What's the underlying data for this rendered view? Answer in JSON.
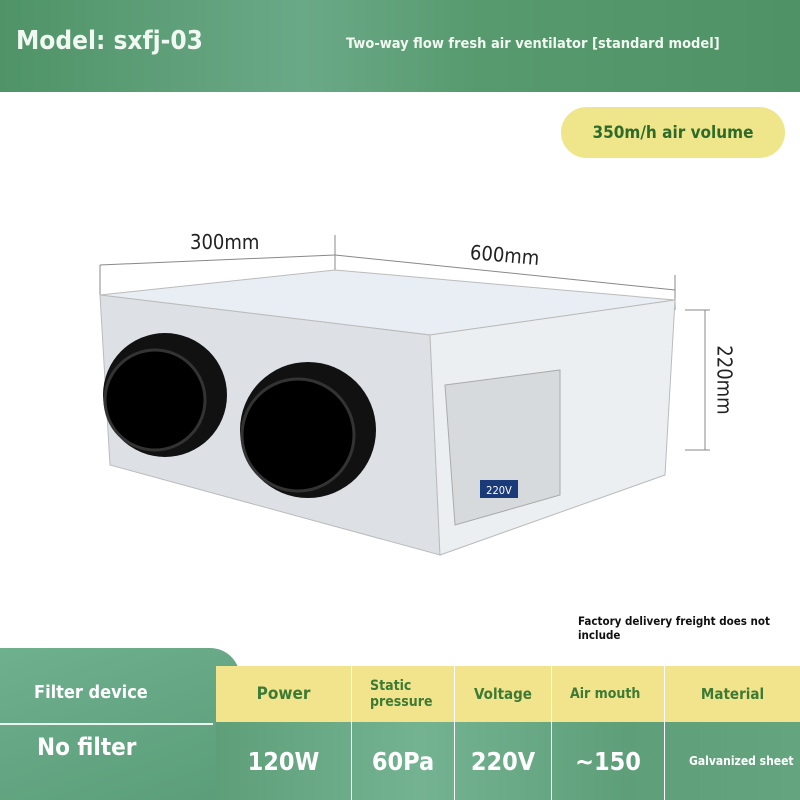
{
  "header": {
    "model": "Model: sxfj-03",
    "subtitle": "Two-way flow fresh air ventilator [standard model]"
  },
  "badge": "350m/h air volume",
  "dimensions": {
    "depth": "300mm",
    "length": "600mm",
    "height": "220mm"
  },
  "product_label": "220V",
  "note": "Factory delivery freight does not include",
  "filter": {
    "label": "Filter device",
    "value": "No filter"
  },
  "specs": {
    "headers": [
      "Power",
      "Static pressure",
      "Voltage",
      "Air mouth",
      "Material"
    ],
    "values": [
      "120W",
      "60Pa",
      "220V",
      "~150",
      "Galvanized sheet"
    ]
  },
  "colors": {
    "green": "#5a9d78",
    "yellow": "#f2e48d",
    "text_green": "#3d7a35"
  }
}
